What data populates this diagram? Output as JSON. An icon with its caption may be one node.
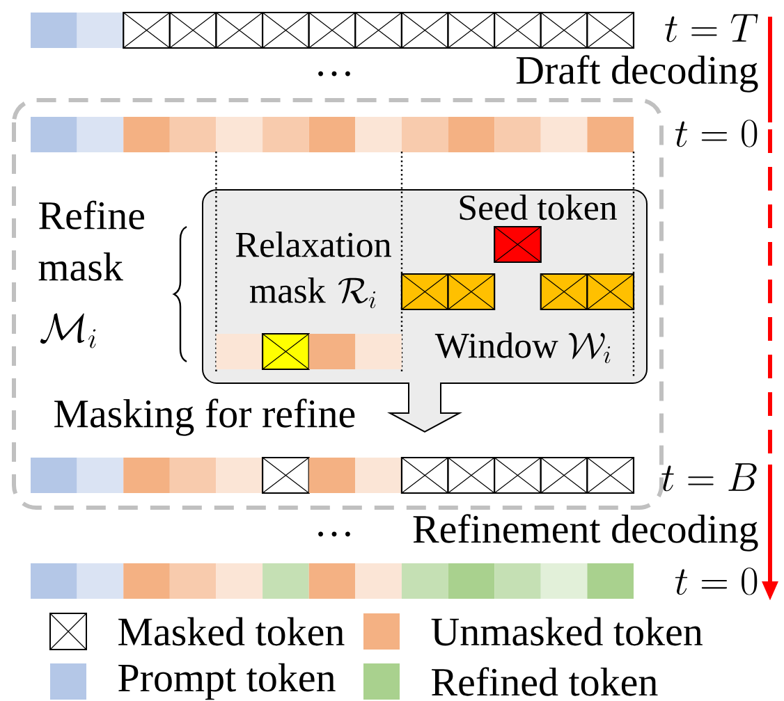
{
  "diagram": {
    "nodes": [
      {
        "text": [
          "Seed token",
          "Relaxation mask",
          "\\mathcal{R}_i",
          "Window",
          "\\mathcal{W}_i"
        ]
      },
      {
        "text": [],
        "shape": "bar"
      }
    ],
    "edges": [
      {
        "from": 0,
        "to": 1,
        "arrow": "to",
        "label": "Masking for refine"
      }
    ],
    "labels": [
      "t = T",
      "…",
      "Draft decoding",
      "t = 0",
      "Refine mask",
      "\\mathcal{M}_i",
      "t = B",
      "…",
      "Refinement decoding",
      "t = 0"
    ],
    "legend": [
      {
        "text": "Masked token"
      },
      {
        "text": "Unmasked token",
        "color": "#f4b183"
      },
      {
        "text": "Prompt token",
        "color": "#b4c7e7"
      },
      {
        "text": "Refined token",
        "color": "#a9d18e"
      }
    ]
  }
}
